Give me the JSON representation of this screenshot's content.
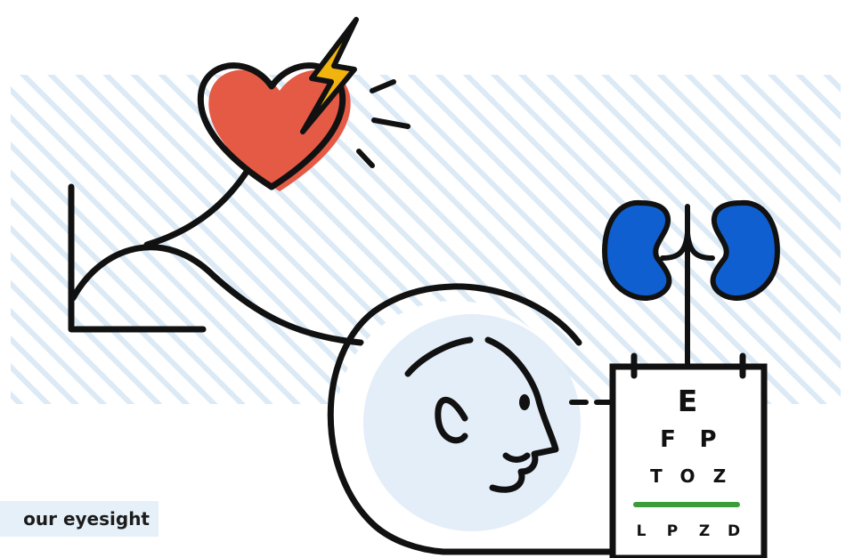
{
  "caption": {
    "text": "our eyesight"
  },
  "eye_chart": {
    "rows": [
      [
        "E"
      ],
      [
        "F",
        "P"
      ],
      [
        "T",
        "O",
        "Z"
      ],
      [
        "L",
        "P",
        "Z",
        "D"
      ]
    ]
  },
  "icons": [
    "heart-icon",
    "lightning-icon",
    "graph-icon",
    "kidneys-icon",
    "face-icon",
    "eye-chart-icon"
  ],
  "colors": {
    "heart": "#e55a45",
    "lightning": "#f1b40e",
    "kidneys": "#0f5fd0",
    "circle_fill": "#e3eef8",
    "stripes": "#dceaf6",
    "chart_line": "#3a9d3a",
    "outline": "#111111"
  }
}
